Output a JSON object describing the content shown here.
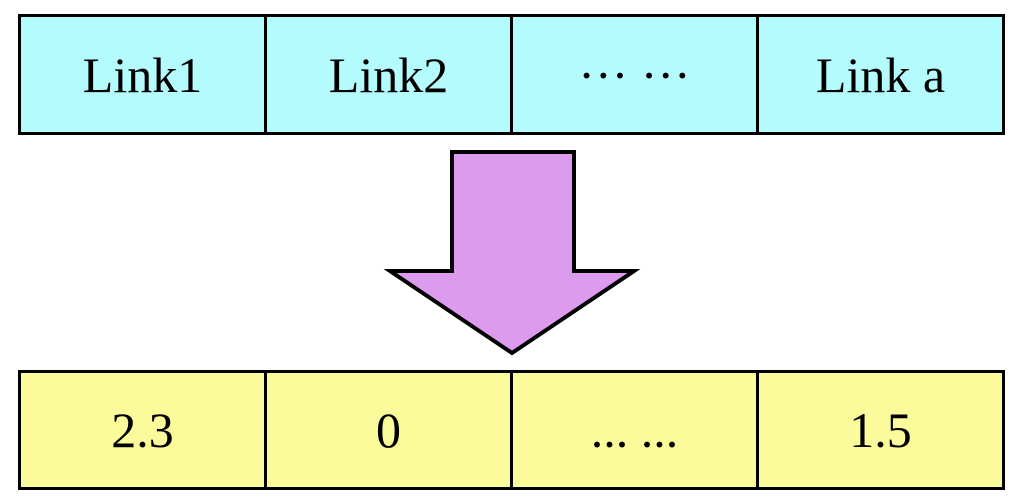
{
  "diagram": {
    "description": "Mapping of links to numeric values",
    "links_row": {
      "cells": [
        "Link1",
        "Link2",
        "··· ···",
        "Link a"
      ],
      "fill_color": "#B3FBFD",
      "border_color": "#000000"
    },
    "arrow": {
      "name": "down-block-arrow",
      "direction": "down",
      "fill_color": "#DD9BEE",
      "outline_color": "#000000"
    },
    "values_row": {
      "cells": [
        "2.3",
        "0",
        "... ...",
        "1.5"
      ],
      "fill_color": "#FBFB9B",
      "border_color": "#000000"
    }
  }
}
